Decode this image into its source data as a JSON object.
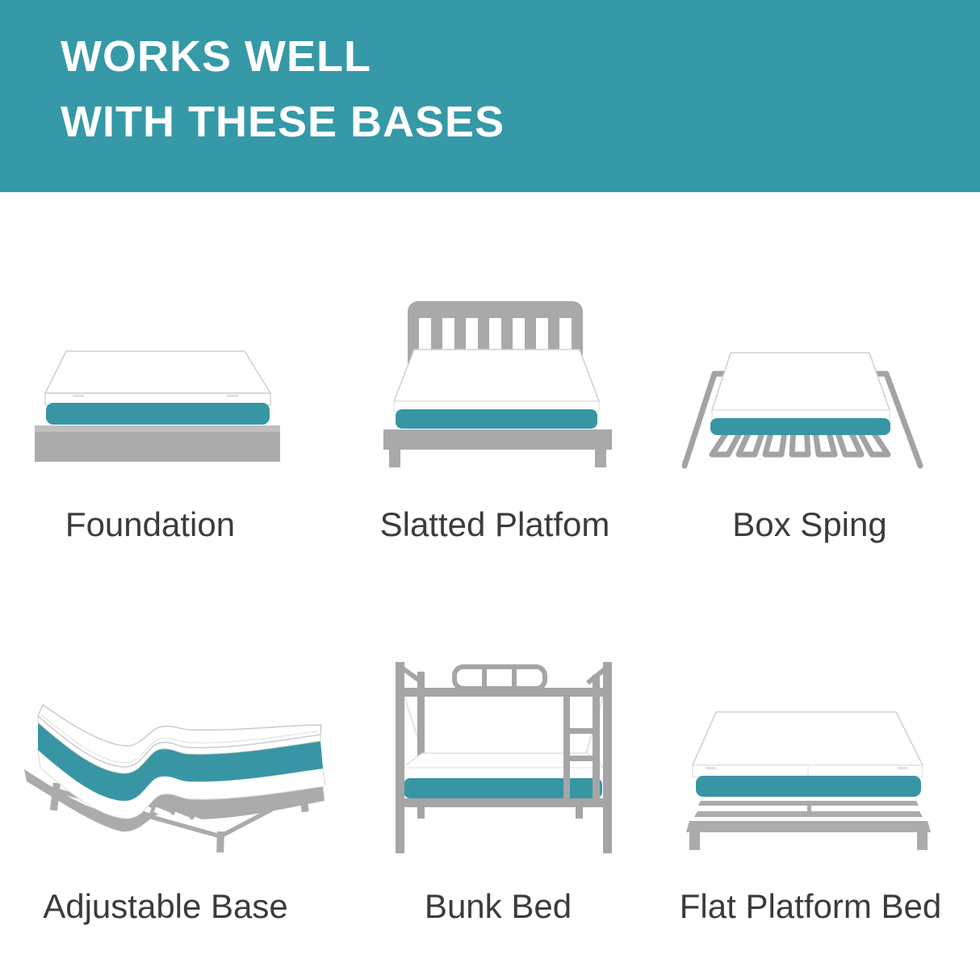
{
  "header": {
    "line1": "WORKS WELL",
    "line2": "WITH THESE BASES"
  },
  "bases": [
    {
      "label": "Foundation",
      "icon": "foundation-illustration"
    },
    {
      "label": "Slatted Platfom",
      "icon": "slatted-platform-illustration"
    },
    {
      "label": "Box Sping",
      "icon": "box-spring-illustration"
    },
    {
      "label": "Adjustable Base",
      "icon": "adjustable-base-illustration"
    },
    {
      "label": "Bunk Bed",
      "icon": "bunk-bed-illustration"
    },
    {
      "label": "Flat Platform Bed",
      "icon": "flat-platform-bed-illustration"
    }
  ],
  "colors": {
    "banner_teal": "#3599a7",
    "mattress_teal": "#3896a4",
    "frame_gray": "#ababab",
    "bunk_frame_gray": "#a5a5a5",
    "label_text": "#3b3b3b",
    "title_text": "#ffffff",
    "background": "#ffffff"
  }
}
